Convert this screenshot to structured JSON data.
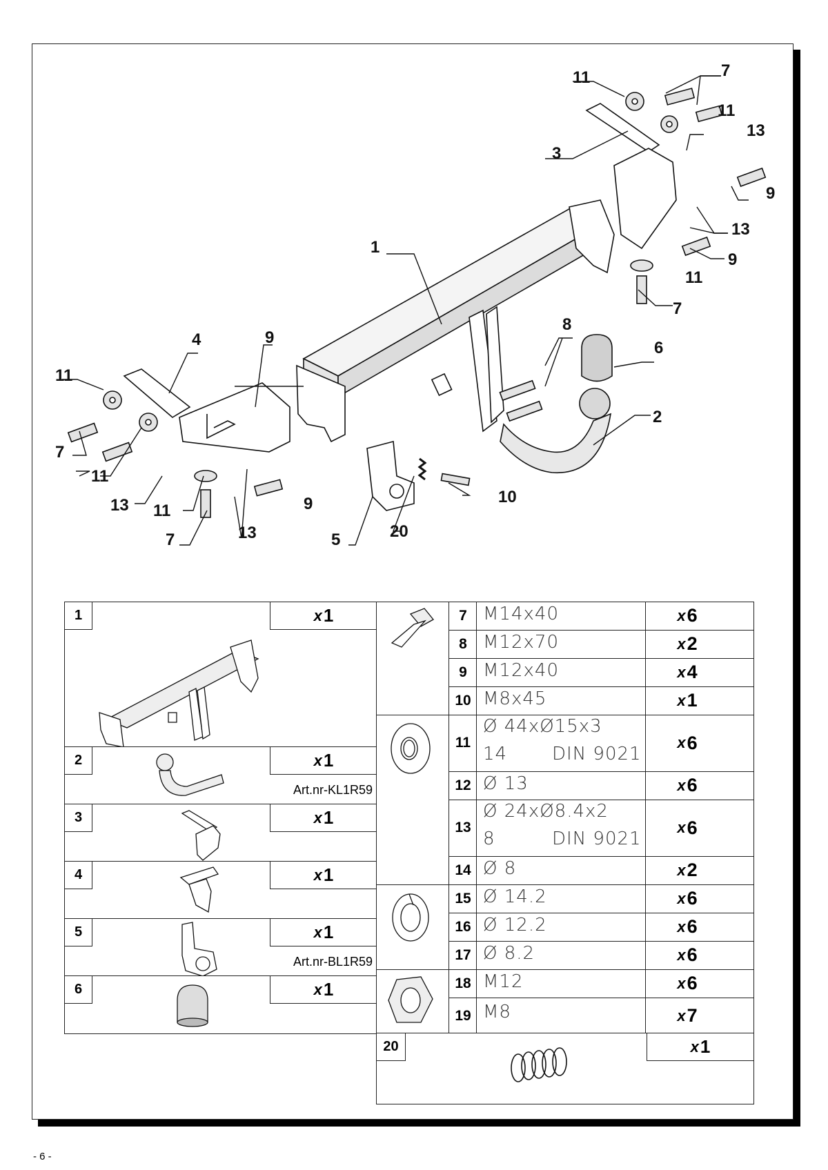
{
  "page_number": "- 6 -",
  "callouts": [
    "1",
    "2",
    "3",
    "4",
    "5",
    "6",
    "7",
    "7",
    "7",
    "7",
    "8",
    "9",
    "9",
    "9",
    "9",
    "10",
    "11",
    "11",
    "11",
    "11",
    "11",
    "11",
    "13",
    "13",
    "13",
    "13",
    "20"
  ],
  "kits": [
    {
      "num": "1",
      "qty": "1",
      "art": ""
    },
    {
      "num": "2",
      "qty": "1",
      "art": "Art.nr-KL1R59"
    },
    {
      "num": "3",
      "qty": "1",
      "art": ""
    },
    {
      "num": "4",
      "qty": "1",
      "art": ""
    },
    {
      "num": "5",
      "qty": "1",
      "art": "Art.nr-BL1R59"
    },
    {
      "num": "6",
      "qty": "1",
      "art": ""
    }
  ],
  "qty_prefix": "x",
  "hardware": [
    {
      "num": "7",
      "spec": "M14x40",
      "spec2": "",
      "qty": "6"
    },
    {
      "num": "8",
      "spec": "M12x70",
      "spec2": "",
      "qty": "2"
    },
    {
      "num": "9",
      "spec": "M12x40",
      "spec2": "",
      "qty": "4"
    },
    {
      "num": "10",
      "spec": "M8x45",
      "spec2": "",
      "qty": "1"
    },
    {
      "num": "11",
      "spec": "Ø 44xØ15x3",
      "spec2a": "14",
      "spec2b": "DIN 9021",
      "qty": "6"
    },
    {
      "num": "12",
      "spec": "Ø 13",
      "spec2": "",
      "qty": "6"
    },
    {
      "num": "13",
      "spec": "Ø 24xØ8.4x2",
      "spec2a": "8",
      "spec2b": "DIN 9021",
      "qty": "6"
    },
    {
      "num": "14",
      "spec": "Ø 8",
      "spec2": "",
      "qty": "2"
    },
    {
      "num": "15",
      "spec": "Ø 14.2",
      "spec2": "",
      "qty": "6"
    },
    {
      "num": "16",
      "spec": "Ø 12.2",
      "spec2": "",
      "qty": "6"
    },
    {
      "num": "17",
      "spec": "Ø 8.2",
      "spec2": "",
      "qty": "6"
    },
    {
      "num": "18",
      "spec": "M12",
      "spec2": "",
      "qty": "6"
    },
    {
      "num": "19",
      "spec": "M8",
      "spec2": "",
      "qty": "7"
    }
  ],
  "spring": {
    "num": "20",
    "qty": "1"
  }
}
